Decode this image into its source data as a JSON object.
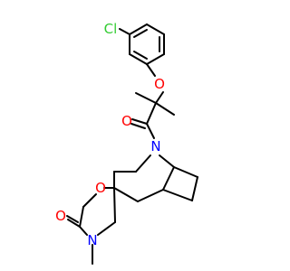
{
  "molecule": {
    "atoms": {
      "cl": "Cl",
      "ether_o": "O",
      "carbonyl_o": "O",
      "amine_n": "N",
      "ring_o": "O",
      "lactam_o": "O",
      "lactam_n": "N"
    },
    "colors": {
      "bond": "#000000",
      "chlorine": "#33cc33",
      "oxygen": "#ff0000",
      "nitrogen": "#0000ff"
    }
  }
}
